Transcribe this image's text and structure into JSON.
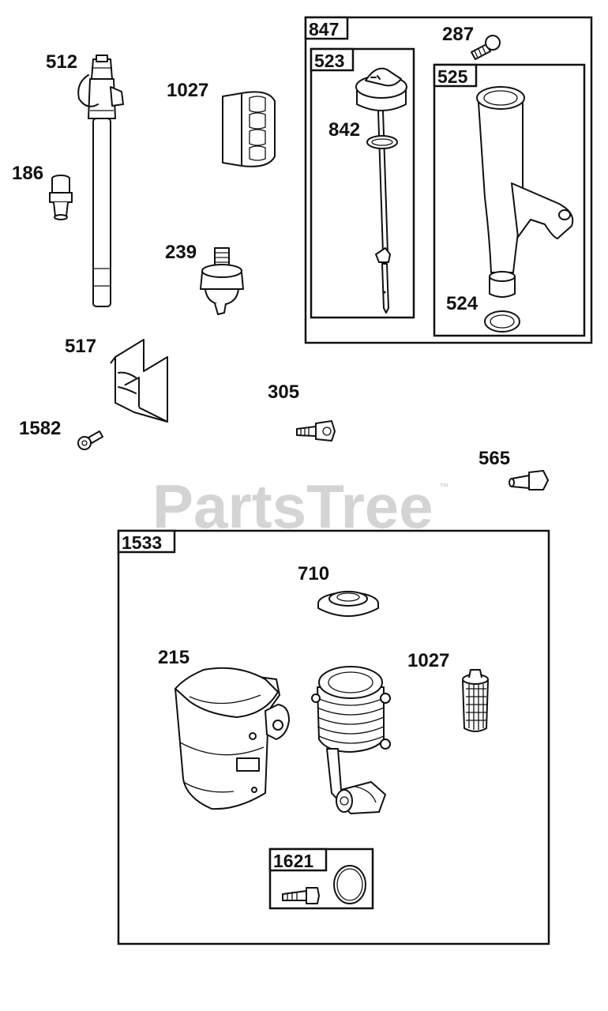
{
  "watermark": {
    "text": "PartsTree",
    "trademark": "™"
  },
  "groups": [
    {
      "id": "g847",
      "label": "847"
    },
    {
      "id": "g523",
      "label": "523"
    },
    {
      "id": "g525",
      "label": "525"
    },
    {
      "id": "g1533",
      "label": "1533"
    },
    {
      "id": "g1621",
      "label": "1621"
    }
  ],
  "callouts": {
    "c512": "512",
    "c186": "186",
    "c1027a": "1027",
    "c239": "239",
    "c517": "517",
    "c1582": "1582",
    "c305": "305",
    "c565": "565",
    "c287": "287",
    "c842": "842",
    "c524": "524",
    "c710": "710",
    "c215": "215",
    "c1027b": "1027"
  }
}
